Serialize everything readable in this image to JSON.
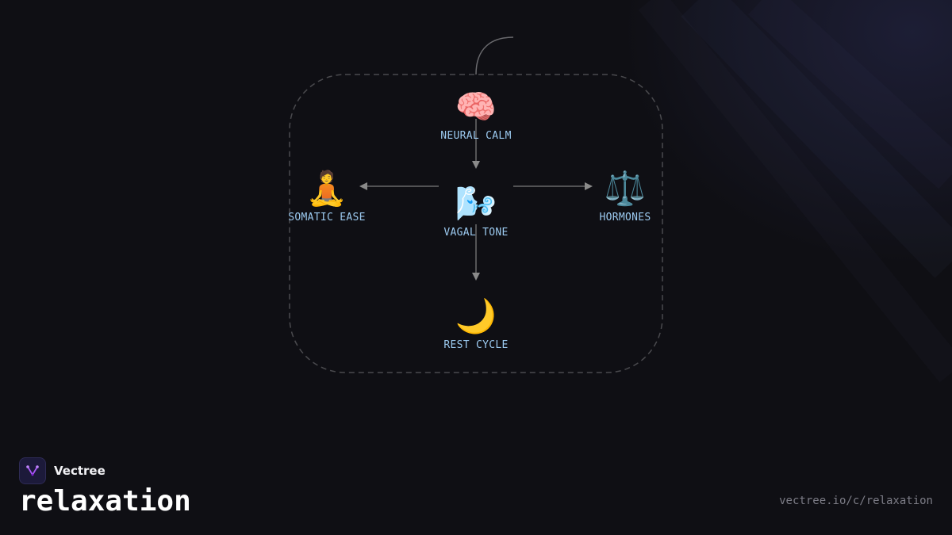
{
  "diagram": {
    "nodes": {
      "center": {
        "label": "VAGAL TONE",
        "icon": "wind-face-icon",
        "emoji": "🌬️"
      },
      "top": {
        "label": "NEURAL CALM",
        "icon": "brain-icon",
        "emoji": "🧠"
      },
      "left": {
        "label": "SOMATIC EASE",
        "icon": "person-meditating-icon",
        "emoji": "🧘"
      },
      "right": {
        "label": "HORMONES",
        "icon": "balance-scale-icon",
        "emoji": "⚖️"
      },
      "bottom": {
        "label": "REST CYCLE",
        "icon": "crescent-moon-icon",
        "emoji": "🌙"
      }
    },
    "edges": [
      {
        "from": "top",
        "to": "center"
      },
      {
        "from": "center",
        "to": "left"
      },
      {
        "from": "center",
        "to": "right"
      },
      {
        "from": "center",
        "to": "bottom"
      }
    ]
  },
  "brand": {
    "name": "Vectree",
    "icon": "vectree-logo-icon",
    "accent": "#a855f7"
  },
  "page": {
    "title": "relaxation",
    "url": "vectree.io/c/relaxation"
  }
}
